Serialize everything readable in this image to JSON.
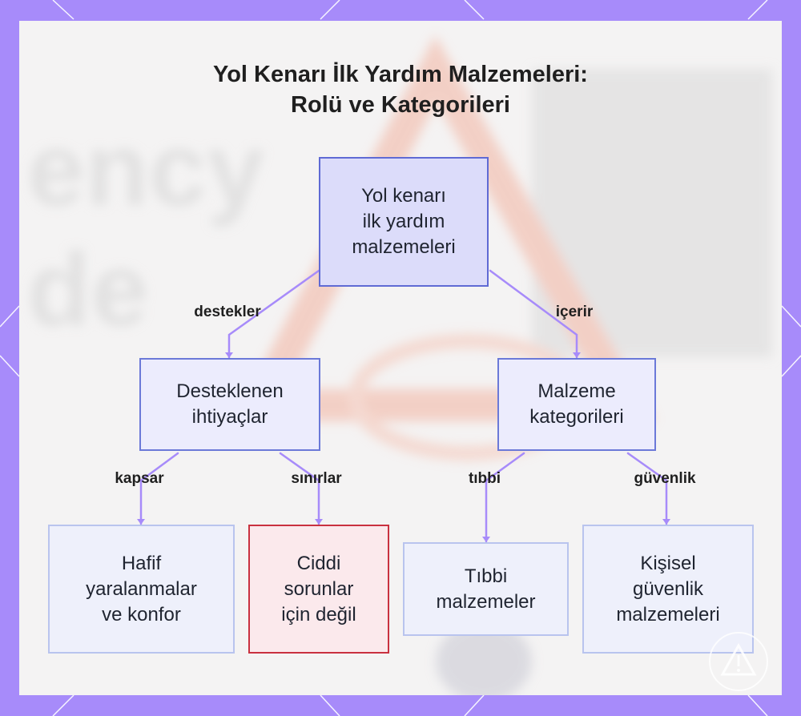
{
  "title": {
    "line1": "Yol Kenarı İlk Yardım Malzemeleri:",
    "line2": "Rolü ve Kategorileri"
  },
  "background": {
    "watermark_line1": "ency",
    "watermark_line2": "de"
  },
  "nodes": {
    "root": "Yol kenarı\nilk yardım\nmalzemeleri",
    "needs": "Desteklenen\nihtiyaçlar",
    "categories": "Malzeme\nkategorileri",
    "minor": "Hafif\nyaralanmalar\nve konfor",
    "serious": "Ciddi\nsorunlar\niçin değil",
    "medical": "Tıbbi\nmalzemeler",
    "safety": "Kişisel\ngüvenlik\nmalzemeleri"
  },
  "edge_labels": {
    "supports": "destekler",
    "contains": "içerir",
    "covers": "kapsar",
    "limits": "sınırlar",
    "medical": "tıbbi",
    "safety": "güvenlik"
  },
  "colors": {
    "frame": "#a78bfa",
    "panel": "#f4f3f3",
    "connector": "#a78bfa",
    "root_fill": "#dcdcfa",
    "warning_border": "#c9313f"
  },
  "icons": {
    "logo": "warning-triangle-icon"
  }
}
